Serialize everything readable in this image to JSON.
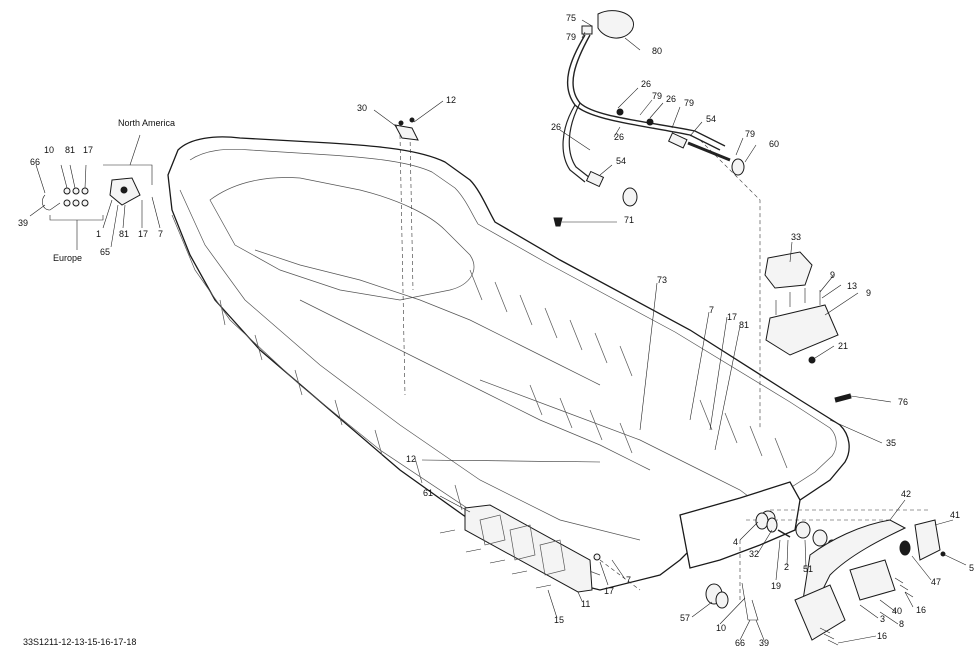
{
  "diagram": {
    "doc_code": "33S1211-12-13-15-16-17-18",
    "region_labels": {
      "north_america": "North America",
      "europe": "Europe"
    },
    "callouts": [
      {
        "id": "c75",
        "text": "75"
      },
      {
        "id": "c79a",
        "text": "79"
      },
      {
        "id": "c80",
        "text": "80"
      },
      {
        "id": "c26a",
        "text": "26"
      },
      {
        "id": "c79b",
        "text": "79"
      },
      {
        "id": "c26b",
        "text": "26"
      },
      {
        "id": "c79c",
        "text": "79"
      },
      {
        "id": "c26c",
        "text": "26"
      },
      {
        "id": "c26d",
        "text": "26"
      },
      {
        "id": "c54a",
        "text": "54"
      },
      {
        "id": "c79d",
        "text": "79"
      },
      {
        "id": "c60",
        "text": "60"
      },
      {
        "id": "c54b",
        "text": "54"
      },
      {
        "id": "c30",
        "text": "30"
      },
      {
        "id": "c12a",
        "text": "12"
      },
      {
        "id": "c71",
        "text": "71"
      },
      {
        "id": "c33",
        "text": "33"
      },
      {
        "id": "c9a",
        "text": "9"
      },
      {
        "id": "c13",
        "text": "13"
      },
      {
        "id": "c9b",
        "text": "9"
      },
      {
        "id": "c21",
        "text": "21"
      },
      {
        "id": "c76",
        "text": "76"
      },
      {
        "id": "c73",
        "text": "73"
      },
      {
        "id": "c7a",
        "text": "7"
      },
      {
        "id": "c17a",
        "text": "17"
      },
      {
        "id": "c81a",
        "text": "81"
      },
      {
        "id": "c35",
        "text": "35"
      },
      {
        "id": "c12b",
        "text": "12"
      },
      {
        "id": "c10a",
        "text": "10"
      },
      {
        "id": "c81b",
        "text": "81"
      },
      {
        "id": "c17b",
        "text": "17"
      },
      {
        "id": "c66a",
        "text": "66"
      },
      {
        "id": "c39a",
        "text": "39"
      },
      {
        "id": "c1",
        "text": "1"
      },
      {
        "id": "c81c",
        "text": "81"
      },
      {
        "id": "c17c",
        "text": "17"
      },
      {
        "id": "c7b",
        "text": "7"
      },
      {
        "id": "c65",
        "text": "65"
      },
      {
        "id": "c61",
        "text": "61"
      },
      {
        "id": "c4",
        "text": "4"
      },
      {
        "id": "c32",
        "text": "32"
      },
      {
        "id": "c19",
        "text": "19"
      },
      {
        "id": "c2",
        "text": "2"
      },
      {
        "id": "c51",
        "text": "51"
      },
      {
        "id": "c42",
        "text": "42"
      },
      {
        "id": "c41",
        "text": "41"
      },
      {
        "id": "c5",
        "text": "5"
      },
      {
        "id": "c47",
        "text": "47"
      },
      {
        "id": "c16a",
        "text": "16"
      },
      {
        "id": "c40",
        "text": "40"
      },
      {
        "id": "c3",
        "text": "3"
      },
      {
        "id": "c8",
        "text": "8"
      },
      {
        "id": "c16b",
        "text": "16"
      },
      {
        "id": "c17d",
        "text": "17"
      },
      {
        "id": "c7c",
        "text": "7"
      },
      {
        "id": "c11",
        "text": "11"
      },
      {
        "id": "c15",
        "text": "15"
      },
      {
        "id": "c57",
        "text": "57"
      },
      {
        "id": "c10b",
        "text": "10"
      },
      {
        "id": "c66b",
        "text": "66"
      },
      {
        "id": "c39b",
        "text": "39"
      }
    ]
  }
}
